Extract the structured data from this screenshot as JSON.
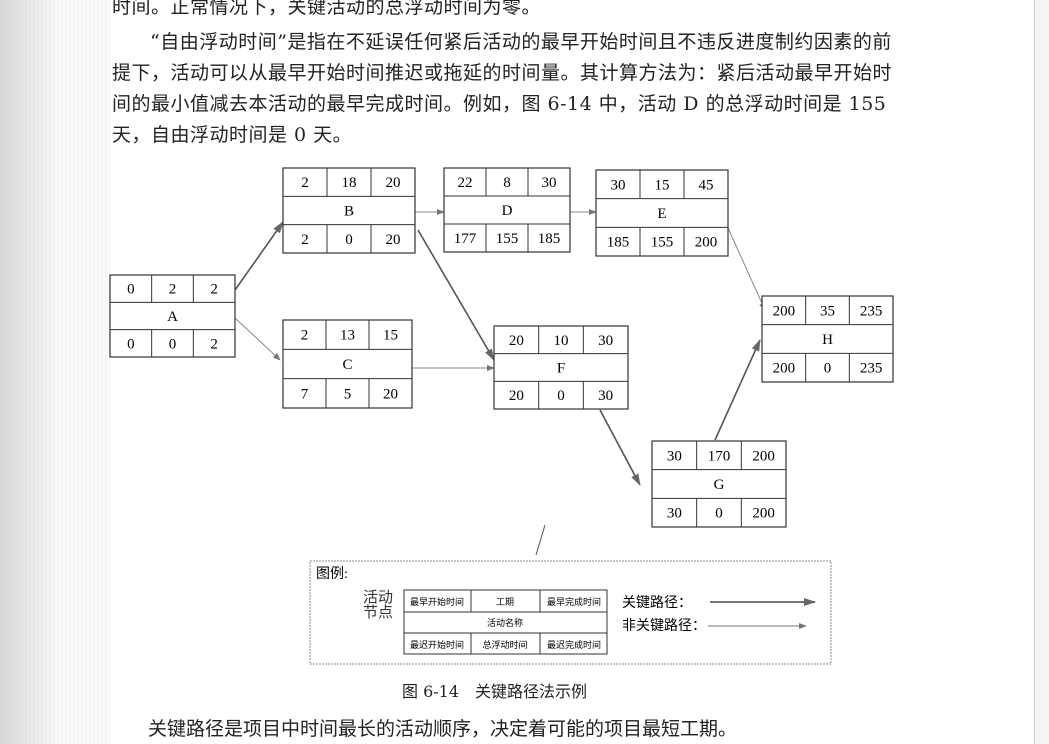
{
  "text": {
    "line0": "时间。正常情况下，关键活动的总浮动时间为零。",
    "para1": "“自由浮动时间”是指在不延误任何紧后活动的最早开始时间且不违反进度制约因素的前提下，活动可以从最早开始时间推迟或拖延的时间量。其计算方法为：紧后活动最早开始时间的最小值减去本活动的最早完成时间。例如，图 6-14 中，活动 D 的总浮动时间是 155 天，自由浮动时间是 0 天。",
    "caption": "图 6-14　关键路径法示例",
    "last": "关键路径是项目中时间最长的活动顺序，决定着可能的项目最短工期。"
  },
  "nodes": [
    {
      "name": "A",
      "es": "0",
      "dur": "2",
      "ef": "2",
      "ls": "0",
      "tf": "0",
      "lf": "2"
    },
    {
      "name": "B",
      "es": "2",
      "dur": "18",
      "ef": "20",
      "ls": "2",
      "tf": "0",
      "lf": "20"
    },
    {
      "name": "C",
      "es": "2",
      "dur": "13",
      "ef": "15",
      "ls": "7",
      "tf": "5",
      "lf": "20"
    },
    {
      "name": "D",
      "es": "22",
      "dur": "8",
      "ef": "30",
      "ls": "177",
      "tf": "155",
      "lf": "185"
    },
    {
      "name": "E",
      "es": "30",
      "dur": "15",
      "ef": "45",
      "ls": "185",
      "tf": "155",
      "lf": "200"
    },
    {
      "name": "F",
      "es": "20",
      "dur": "10",
      "ef": "30",
      "ls": "20",
      "tf": "0",
      "lf": "30"
    },
    {
      "name": "G",
      "es": "30",
      "dur": "170",
      "ef": "200",
      "ls": "30",
      "tf": "0",
      "lf": "200"
    },
    {
      "name": "H",
      "es": "200",
      "dur": "35",
      "ef": "235",
      "ls": "200",
      "tf": "0",
      "lf": "235"
    }
  ],
  "edges": [
    {
      "from": "A",
      "to": "B",
      "critical": true
    },
    {
      "from": "A",
      "to": "C",
      "critical": false
    },
    {
      "from": "B",
      "to": "D",
      "critical": false
    },
    {
      "from": "D",
      "to": "E",
      "critical": false
    },
    {
      "from": "B",
      "to": "F",
      "critical": true
    },
    {
      "from": "C",
      "to": "F",
      "critical": false
    },
    {
      "from": "E",
      "to": "H",
      "critical": false
    },
    {
      "from": "F",
      "to": "G",
      "critical": true
    },
    {
      "from": "G",
      "to": "H",
      "critical": true
    }
  ],
  "legend": {
    "title": "图例:",
    "node_label": "活动节点",
    "es": "最早开始时间",
    "dur": "工期",
    "ef": "最早完成时间",
    "name": "活动名称",
    "ls": "最迟开始时间",
    "tf": "总浮动时间",
    "lf": "最迟完成时间",
    "critical": "关键路径：",
    "noncritical": "非关键路径："
  }
}
